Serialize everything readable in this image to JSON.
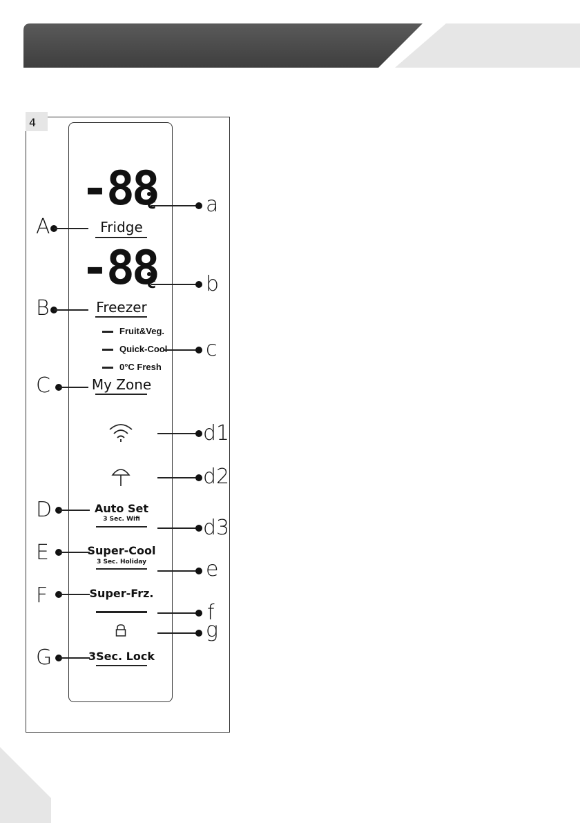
{
  "figure_number": "4",
  "displays": [
    {
      "digits": "-88",
      "unit": "c"
    },
    {
      "digits": "-88",
      "unit": "c"
    }
  ],
  "buttons": {
    "fridge": "Fridge",
    "freezer": "Freezer",
    "my_zone": "My Zone",
    "auto_set": "Auto Set",
    "auto_set_sub": "3 Sec. Wifi",
    "super_cool": "Super-Cool",
    "super_cool_sub": "3 Sec. Holiday",
    "super_frz": "Super-Frz.",
    "lock": "3Sec. Lock"
  },
  "zone_modes": [
    "Fruit&Veg.",
    "Quick-Cool",
    "0°C Fresh"
  ],
  "left_callouts": [
    "A",
    "B",
    "C",
    "D",
    "E",
    "F",
    "G"
  ],
  "right_callouts": [
    "a",
    "b",
    "c",
    "d1",
    "d2",
    "d3",
    "e",
    "f",
    "g"
  ],
  "icons": {
    "wifi": "wifi-icon",
    "umbrella": "umbrella-icon",
    "lock": "lock-icon"
  },
  "colors": {
    "header_band": "#4a4a4a",
    "header_tab": "#e6e6e6",
    "corner_tab": "#e6e6e6"
  }
}
